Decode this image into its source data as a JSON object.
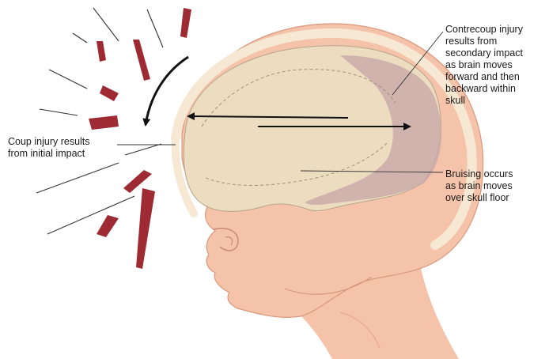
{
  "labels": {
    "coup": [
      "Coup injury results",
      "from initial impact"
    ],
    "contrecoup": [
      "Contrecoup injury",
      "results from",
      "secondary impact",
      "as brain moves",
      "forward and then",
      "backward within",
      "skull"
    ],
    "bruising": [
      "Bruising occurs",
      "as brain moves",
      "over skull floor"
    ]
  },
  "colors": {
    "skin": "#f4c3aa",
    "skin_shadow": "#e8a98c",
    "skin_outline": "#c98c72",
    "skull": "#f6e8d2",
    "brain": "#ecdcc0",
    "bruise": "#c8a6a8",
    "impact_fragments": "#9e2a33",
    "arrows": "#111111"
  }
}
